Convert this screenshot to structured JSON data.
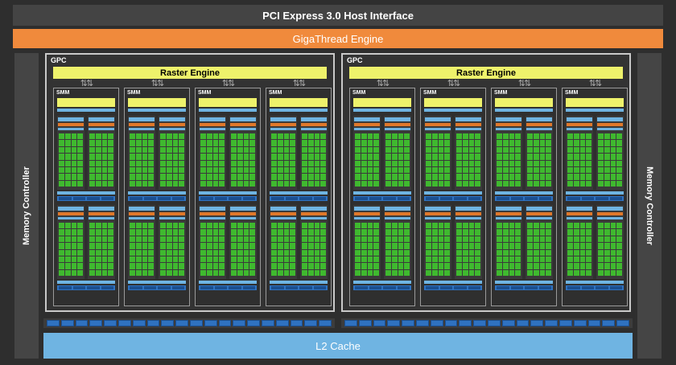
{
  "header": {
    "host_interface": "PCI Express 3.0 Host Interface",
    "engine": "GigaThread Engine"
  },
  "memory": {
    "left_label": "Memory Controller",
    "right_label": "Memory Controller"
  },
  "gpc_label": "GPC",
  "raster_label": "Raster Engine",
  "smm_label": "SMM",
  "l2_label": "L2 Cache",
  "gpc_count": 2,
  "smm_per_gpc": 4,
  "colors": {
    "engine_orange": "#f08a3c",
    "raster_yellow": "#eef26b",
    "l2_blue": "#6fb4e2",
    "core_green": "#3fb92f",
    "ldst_blue": "#2f72c0",
    "sched_orange": "#e0782a"
  }
}
